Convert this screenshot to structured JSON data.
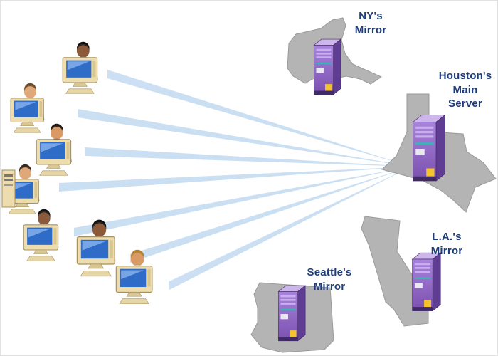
{
  "diagram": {
    "type": "network-topology",
    "nodes": {
      "ny": {
        "label": "NY's\nMirror",
        "state_shape": "new-york",
        "role": "mirror"
      },
      "houston": {
        "label": "Houston's\nMain\nServer",
        "state_shape": "texas",
        "role": "main-server"
      },
      "la": {
        "label": "L.A.'s\nMirror",
        "state_shape": "california",
        "role": "mirror"
      },
      "seattle": {
        "label": "Seattle's\nMirror",
        "state_shape": "washington",
        "role": "mirror"
      }
    },
    "connections": {
      "from": "client-users-cluster",
      "to": "houston-main-server",
      "beam_count": 7
    },
    "colors": {
      "label_text": "#1d3d7c",
      "beam": "#c6dcf2",
      "state_fill": "#b4b4b4",
      "server_front": "#8f63c6",
      "server_side": "#5e3d92",
      "server_accent_yellow": "#f3c22d",
      "server_accent_teal": "#35b6b6",
      "monitor_body": "#ecdcae",
      "monitor_screen": "#2e6cc8"
    }
  }
}
